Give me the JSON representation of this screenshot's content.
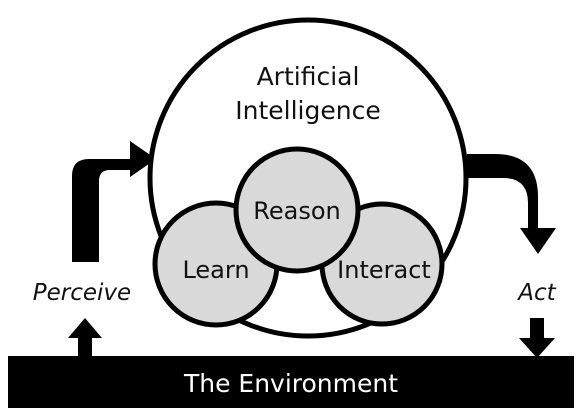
{
  "diagram": {
    "ai_label_line1": "Artificial",
    "ai_label_line2": "Intelligence",
    "reason_label": "Reason",
    "learn_label": "Learn",
    "interact_label": "Interact",
    "perceive_label": "Perceive",
    "act_label": "Act",
    "environment_label": "The Environment",
    "colors": {
      "ink": "#000000",
      "circle_fill": "#d9d9d9",
      "background": "#ffffff",
      "environment_text": "#ffffff"
    }
  }
}
